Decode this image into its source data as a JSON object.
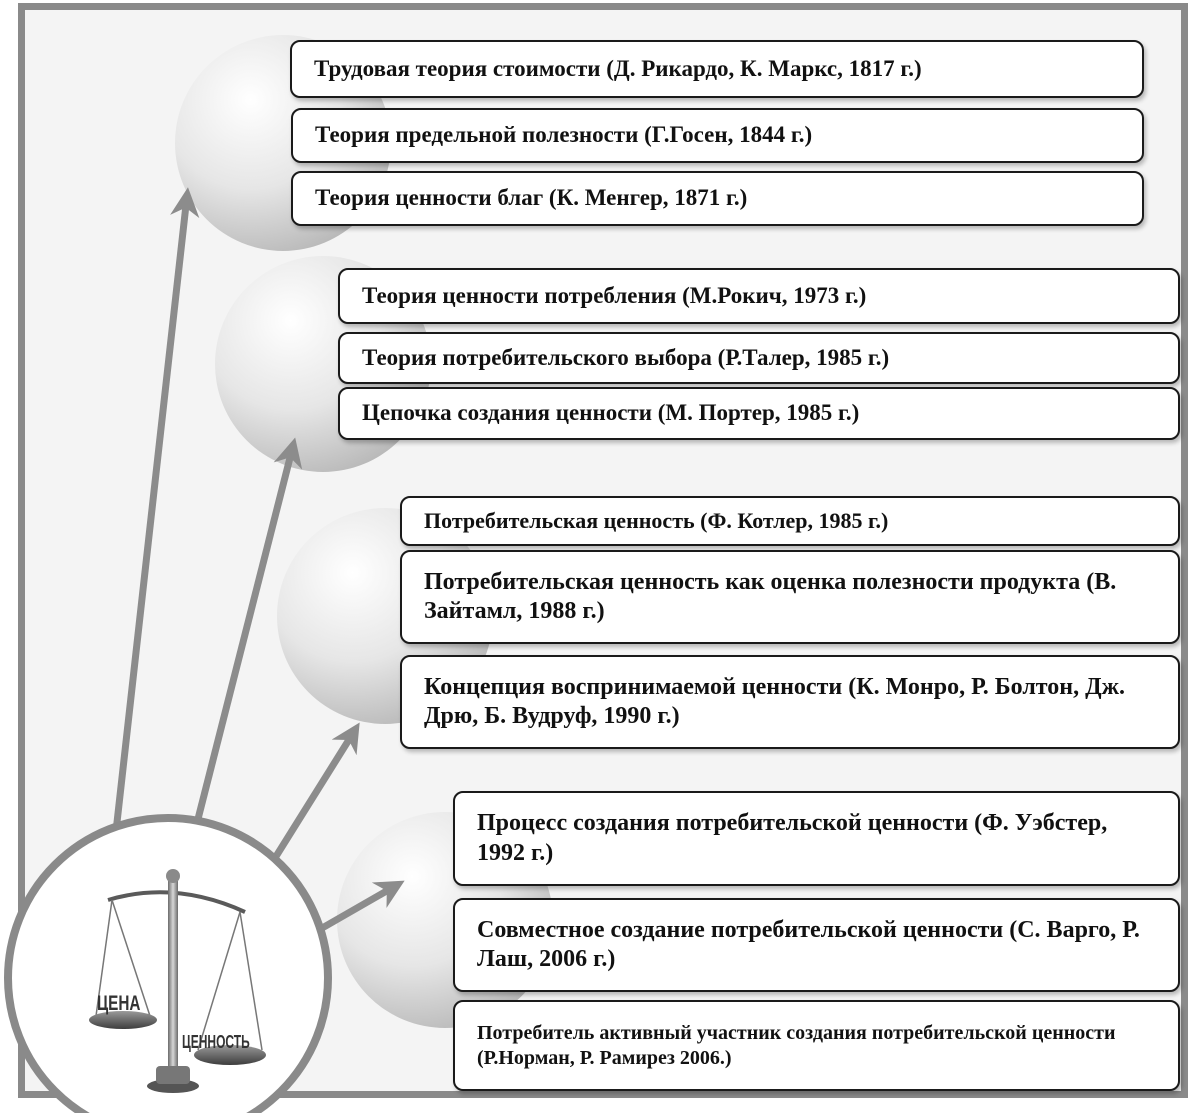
{
  "groups": [
    {
      "items": [
        "Трудовая теория стоимости (Д. Рикардо, К. Маркс, 1817 г.)",
        "Теория предельной полезности (Г.Госен, 1844 г.)",
        "Теория ценности благ (К. Менгер, 1871 г.)"
      ]
    },
    {
      "items": [
        "Теория ценности потребления (М.Рокич, 1973 г.)",
        "Теория потребительского выбора (Р.Талер, 1985 г.)",
        "Цепочка создания ценности (М. Портер, 1985 г.)"
      ]
    },
    {
      "items": [
        "Потребительская ценность (Ф. Котлер, 1985 г.)",
        "Потребительская ценность как оценка полезности продукта (В. Зайтамл, 1988 г.)",
        "Концепция воспринимаемой ценности (К. Монро, Р. Болтон, Дж. Дрю, Б. Вудруф, 1990 г.)"
      ]
    },
    {
      "items": [
        "Процесс создания потребительской ценности (Ф. Уэбстер, 1992 г.)",
        "Совместное создание потребительской ценности (С. Варго, Р. Лаш, 2006 г.)",
        "Потребитель активный участник создания потребительской ценности (Р.Норман, Р. Рамирез 2006.)"
      ]
    }
  ],
  "scales": {
    "left_label": "ЦЕНА",
    "right_label": "ЦЕННОСТЬ"
  },
  "colors": {
    "frame": "#8a8a8a",
    "background": "#f4f4f4",
    "arrow": "#8c8c8c",
    "box_border": "#1a1a1a"
  }
}
